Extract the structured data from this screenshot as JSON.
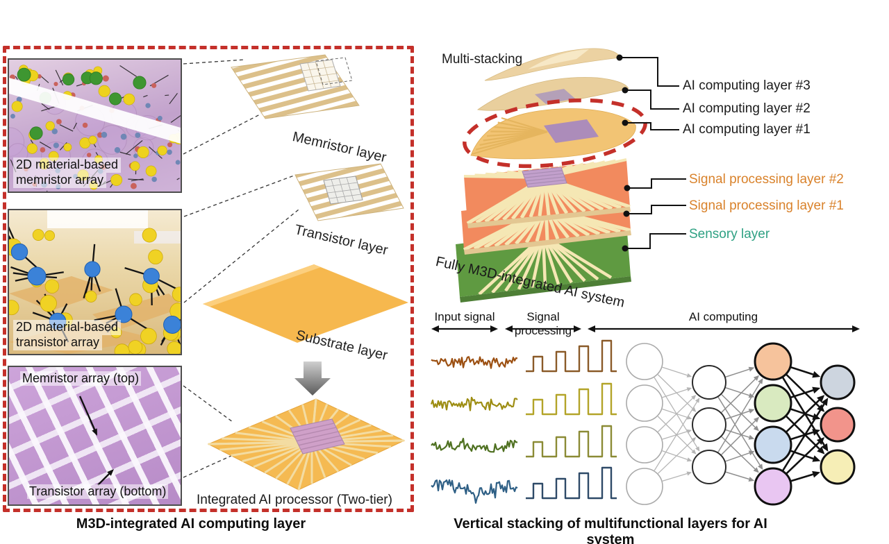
{
  "figure": {
    "left": {
      "caption": "M3D-integrated AI computing layer",
      "photos": {
        "memristor": {
          "line1": "2D material-based",
          "line2": "memristor array"
        },
        "transistor": {
          "line1": "2D material-based",
          "line2": "transistor array"
        },
        "crossbar": {
          "top": "Memristor array (top)",
          "bottom": "Transistor array (bottom)"
        }
      },
      "layers": {
        "memristor": "Memristor layer",
        "transistor": "Transistor layer",
        "substrate": "Substrate layer"
      },
      "processor": "Integrated AI processor (Two-tier)"
    },
    "right": {
      "caption": "Vertical stacking of multifunctional layers for AI system",
      "multi_stacking": "Multi-stacking",
      "callouts": {
        "ai3": "AI computing layer #3",
        "ai2": "AI computing layer #2",
        "ai1": "AI computing layer #1",
        "sp2": "Signal processing layer #2",
        "sp1": "Signal processing layer #1",
        "sensory": "Sensory layer"
      },
      "system_label": "Fully M3D-integrated AI system",
      "flow": {
        "input": "Input signal",
        "processing": "Signal processing",
        "computing": "AI computing"
      }
    }
  },
  "colors": {
    "frame_red": "#c4302a",
    "callout_black": "#1a1a1a",
    "signal_orange": "#d9822b",
    "sensory_teal": "#2fa183",
    "salmon": "#f28a5e",
    "cream": "#f5e7b4",
    "sensory_green": "#5f9a41",
    "flake_tan": "#ecd2a2",
    "substrate_orange": "#f6b84e",
    "chip_purple": "#c2a0cc"
  },
  "signals": [
    {
      "name": "signal-1",
      "noise_color": "#9c5012",
      "pulse_color": "#8a5a28"
    },
    {
      "name": "signal-2",
      "noise_color": "#9d8d13",
      "pulse_color": "#b3a428"
    },
    {
      "name": "signal-3",
      "noise_color": "#4e7020",
      "pulse_color": "#8b8b35"
    },
    {
      "name": "signal-4",
      "noise_color": "#2e5f85",
      "pulse_color": "#2e4a68"
    }
  ],
  "network": {
    "layer_sizes": [
      4,
      3,
      4,
      3
    ],
    "node_fills": [
      [
        "#ffffff",
        "#ffffff",
        "#ffffff",
        "#ffffff"
      ],
      [
        "#ffffff",
        "#ffffff",
        "#ffffff"
      ],
      [
        "#f6c39c",
        "#d9eac0",
        "#c9daee",
        "#e9c6f2"
      ],
      [
        "#cdd5df",
        "#f2948b",
        "#f6eeb6"
      ]
    ],
    "node_strokes": [
      "#a9a9a9",
      "#2b2b2b",
      "#101010",
      "#101010"
    ],
    "edge_colors": [
      "#b5b5b5",
      "#8f8f8f",
      "#111111"
    ]
  }
}
